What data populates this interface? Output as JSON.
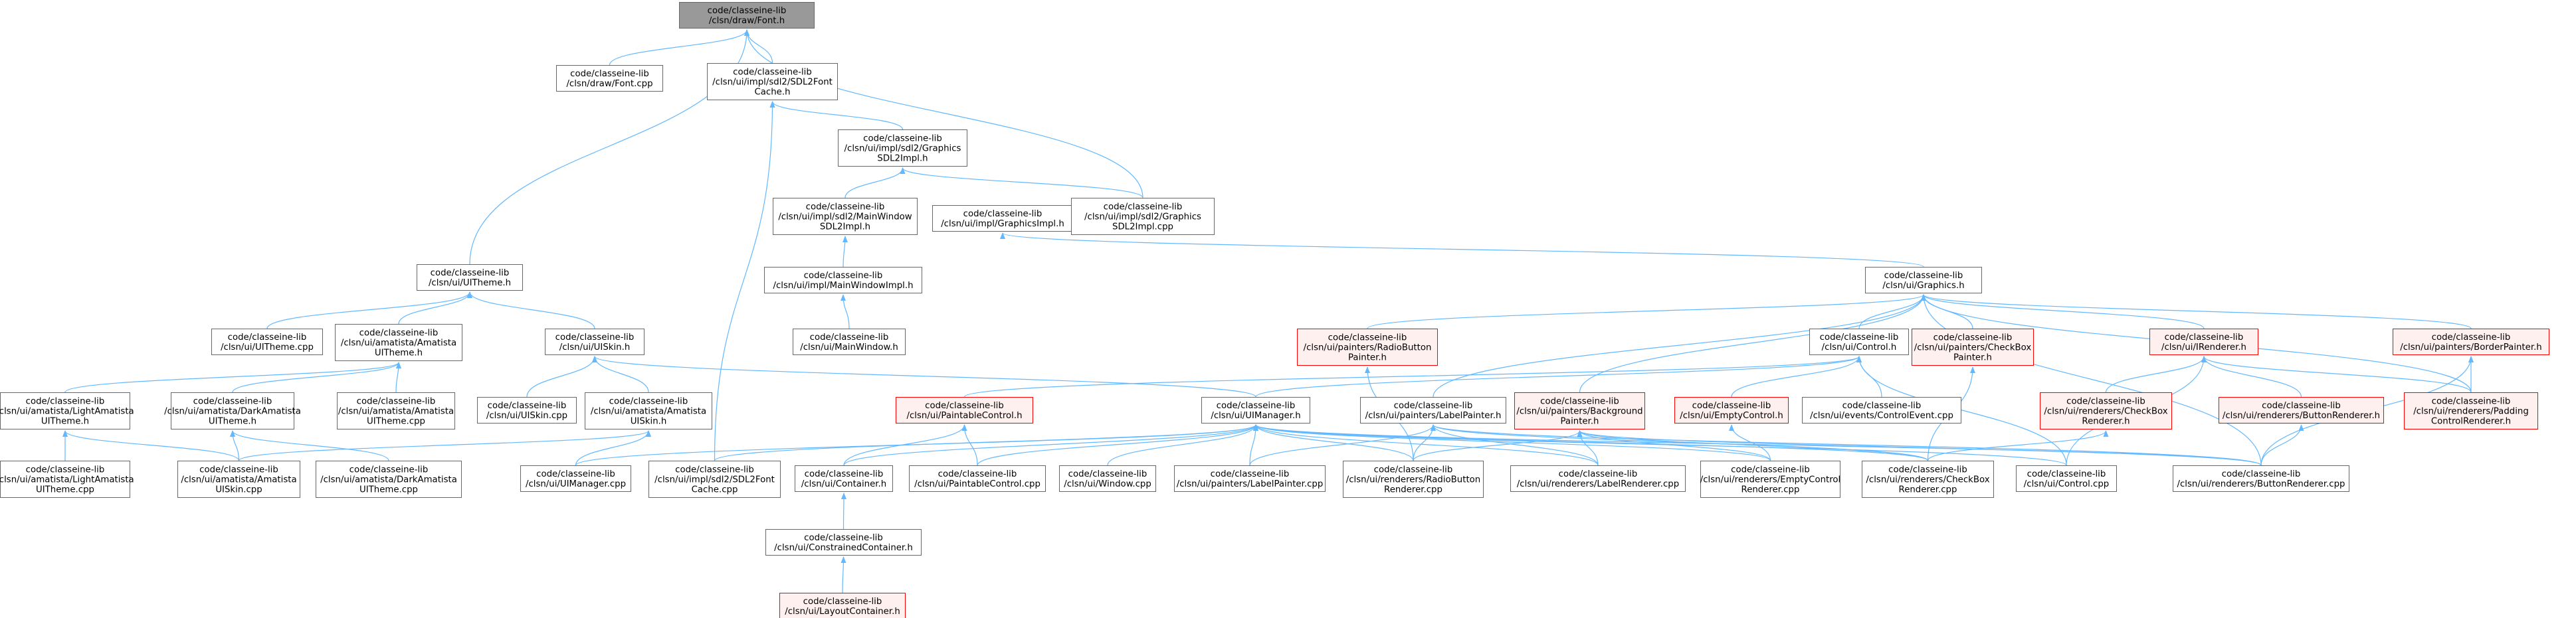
{
  "colors": {
    "node_border": "#666666",
    "node_fill": "#ffffff",
    "root_fill": "#999999",
    "root_border": "#666666",
    "truncated_border": "#ff0000",
    "truncated_fill": "#fff0f0",
    "edge": "#63b8ff",
    "text": "#000000"
  },
  "nodes": [
    {
      "id": "font_h",
      "lines": [
        "code/classeine-lib",
        "/clsn/draw/Font.h"
      ],
      "style": "root"
    },
    {
      "id": "font_cpp",
      "lines": [
        "code/classeine-lib",
        "/clsn/draw/Font.cpp"
      ],
      "style": "normal"
    },
    {
      "id": "sdl2fontcache_h",
      "lines": [
        "code/classeine-lib",
        "/clsn/ui/impl/sdl2/SDL2Font",
        "Cache.h"
      ],
      "style": "normal"
    },
    {
      "id": "graphicssdl2impl_h",
      "lines": [
        "code/classeine-lib",
        "/clsn/ui/impl/sdl2/Graphics",
        "SDL2Impl.h"
      ],
      "style": "normal"
    },
    {
      "id": "mainwindowsdl2impl_h",
      "lines": [
        "code/classeine-lib",
        "/clsn/ui/impl/sdl2/MainWindow",
        "SDL2Impl.h"
      ],
      "style": "normal"
    },
    {
      "id": "graphicsimpl_h",
      "lines": [
        "code/classeine-lib",
        "/clsn/ui/impl/GraphicsImpl.h"
      ],
      "style": "normal"
    },
    {
      "id": "graphicssdl2impl_cpp",
      "lines": [
        "code/classeine-lib",
        "/clsn/ui/impl/sdl2/Graphics",
        "SDL2Impl.cpp"
      ],
      "style": "normal"
    },
    {
      "id": "mainwindowimpl_h",
      "lines": [
        "code/classeine-lib",
        "/clsn/ui/impl/MainWindowImpl.h"
      ],
      "style": "normal"
    },
    {
      "id": "mainwindow_h",
      "lines": [
        "code/classeine-lib",
        "/clsn/ui/MainWindow.h"
      ],
      "style": "normal"
    },
    {
      "id": "uitheme_h",
      "lines": [
        "code/classeine-lib",
        "/clsn/ui/UITheme.h"
      ],
      "style": "normal"
    },
    {
      "id": "uitheme_cpp",
      "lines": [
        "code/classeine-lib",
        "/clsn/ui/UITheme.cpp"
      ],
      "style": "normal"
    },
    {
      "id": "amatistauitheme_h",
      "lines": [
        "code/classeine-lib",
        "/clsn/ui/amatista/Amatista",
        "UITheme.h"
      ],
      "style": "normal"
    },
    {
      "id": "uiskin_h",
      "lines": [
        "code/classeine-lib",
        "/clsn/ui/UISkin.h"
      ],
      "style": "normal"
    },
    {
      "id": "lightamatista_h",
      "lines": [
        "code/classeine-lib",
        "/clsn/ui/amatista/LightAmatista",
        "UITheme.h"
      ],
      "style": "normal"
    },
    {
      "id": "darkamatista_h",
      "lines": [
        "code/classeine-lib",
        "/clsn/ui/amatista/DarkAmatista",
        "UITheme.h"
      ],
      "style": "normal"
    },
    {
      "id": "amatistauitheme_cpp",
      "lines": [
        "code/classeine-lib",
        "/clsn/ui/amatista/Amatista",
        "UITheme.cpp"
      ],
      "style": "normal"
    },
    {
      "id": "uiskin_cpp",
      "lines": [
        "code/classeine-lib",
        "/clsn/ui/UISkin.cpp"
      ],
      "style": "normal"
    },
    {
      "id": "amatistauiskin_h",
      "lines": [
        "code/classeine-lib",
        "/clsn/ui/amatista/Amatista",
        "UISkin.h"
      ],
      "style": "normal"
    },
    {
      "id": "lightamatista_cpp",
      "lines": [
        "code/classeine-lib",
        "/clsn/ui/amatista/LightAmatista",
        "UITheme.cpp"
      ],
      "style": "normal"
    },
    {
      "id": "amatistauiskin_cpp",
      "lines": [
        "code/classeine-lib",
        "/clsn/ui/amatista/Amatista",
        "UISkin.cpp"
      ],
      "style": "normal"
    },
    {
      "id": "darkamatista_cpp",
      "lines": [
        "code/classeine-lib",
        "/clsn/ui/amatista/DarkAmatista",
        "UITheme.cpp"
      ],
      "style": "normal"
    },
    {
      "id": "uimanager_cpp",
      "lines": [
        "code/classeine-lib",
        "/clsn/ui/UIManager.cpp"
      ],
      "style": "normal"
    },
    {
      "id": "sdl2fontcache_cpp",
      "lines": [
        "code/classeine-lib",
        "/clsn/ui/impl/sdl2/SDL2Font",
        "Cache.cpp"
      ],
      "style": "normal"
    },
    {
      "id": "graphics_h",
      "lines": [
        "code/classeine-lib",
        "/clsn/ui/Graphics.h"
      ],
      "style": "normal"
    },
    {
      "id": "radiobuttonpainter_h",
      "lines": [
        "code/classeine-lib",
        "/clsn/ui/painters/RadioButton",
        "Painter.h"
      ],
      "style": "truncated"
    },
    {
      "id": "control_h",
      "lines": [
        "code/classeine-lib",
        "/clsn/ui/Control.h"
      ],
      "style": "normal"
    },
    {
      "id": "checkboxpainter_h",
      "lines": [
        "code/classeine-lib",
        "/clsn/ui/painters/CheckBox",
        "Painter.h"
      ],
      "style": "truncated"
    },
    {
      "id": "irenderer_h",
      "lines": [
        "code/classeine-lib",
        "/clsn/ui/IRenderer.h"
      ],
      "style": "truncated"
    },
    {
      "id": "borderpainter_h",
      "lines": [
        "code/classeine-lib",
        "/clsn/ui/painters/BorderPainter.h"
      ],
      "style": "truncated"
    },
    {
      "id": "paintablecontrol_h",
      "lines": [
        "code/classeine-lib",
        "/clsn/ui/PaintableControl.h"
      ],
      "style": "truncated"
    },
    {
      "id": "uimanager_h",
      "lines": [
        "code/classeine-lib",
        "/clsn/ui/UIManager.h"
      ],
      "style": "normal"
    },
    {
      "id": "labelpainter_h",
      "lines": [
        "code/classeine-lib",
        "/clsn/ui/painters/LabelPainter.h"
      ],
      "style": "normal"
    },
    {
      "id": "backgroundpainter_h",
      "lines": [
        "code/classeine-lib",
        "/clsn/ui/painters/Background",
        "Painter.h"
      ],
      "style": "truncated"
    },
    {
      "id": "emptycontrol_h",
      "lines": [
        "code/classeine-lib",
        "/clsn/ui/EmptyControl.h"
      ],
      "style": "truncated"
    },
    {
      "id": "controlevent_cpp",
      "lines": [
        "code/classeine-lib",
        "/clsn/ui/events/ControlEvent.cpp"
      ],
      "style": "normal"
    },
    {
      "id": "checkboxrenderer_h",
      "lines": [
        "code/classeine-lib",
        "/clsn/ui/renderers/CheckBox",
        "Renderer.h"
      ],
      "style": "truncated"
    },
    {
      "id": "buttonrenderer_h",
      "lines": [
        "code/classeine-lib",
        "/clsn/ui/renderers/ButtonRenderer.h"
      ],
      "style": "truncated"
    },
    {
      "id": "paddingcontrolrenderer_h",
      "lines": [
        "code/classeine-lib",
        "/clsn/ui/renderers/Padding",
        "ControlRenderer.h"
      ],
      "style": "truncated"
    },
    {
      "id": "container_h",
      "lines": [
        "code/classeine-lib",
        "/clsn/ui/Container.h"
      ],
      "style": "normal"
    },
    {
      "id": "paintablecontrol_cpp",
      "lines": [
        "code/classeine-lib",
        "/clsn/ui/PaintableControl.cpp"
      ],
      "style": "normal"
    },
    {
      "id": "window_cpp",
      "lines": [
        "code/classeine-lib",
        "/clsn/ui/Window.cpp"
      ],
      "style": "normal"
    },
    {
      "id": "labelpainter_cpp",
      "lines": [
        "code/classeine-lib",
        "/clsn/ui/painters/LabelPainter.cpp"
      ],
      "style": "normal"
    },
    {
      "id": "radiobuttonrenderer_cpp",
      "lines": [
        "code/classeine-lib",
        "/clsn/ui/renderers/RadioButton",
        "Renderer.cpp"
      ],
      "style": "normal"
    },
    {
      "id": "labelrenderer_cpp",
      "lines": [
        "code/classeine-lib",
        "/clsn/ui/renderers/LabelRenderer.cpp"
      ],
      "style": "normal"
    },
    {
      "id": "emptycontrolrenderer_cpp",
      "lines": [
        "code/classeine-lib",
        "/clsn/ui/renderers/EmptyControl",
        "Renderer.cpp"
      ],
      "style": "normal"
    },
    {
      "id": "checkboxrenderer_cpp",
      "lines": [
        "code/classeine-lib",
        "/clsn/ui/renderers/CheckBox",
        "Renderer.cpp"
      ],
      "style": "normal"
    },
    {
      "id": "control_cpp",
      "lines": [
        "code/classeine-lib",
        "/clsn/ui/Control.cpp"
      ],
      "style": "normal"
    },
    {
      "id": "buttonrenderer_cpp",
      "lines": [
        "code/classeine-lib",
        "/clsn/ui/renderers/ButtonRenderer.cpp"
      ],
      "style": "normal"
    },
    {
      "id": "constrainedcontainer_h",
      "lines": [
        "code/classeine-lib",
        "/clsn/ui/ConstrainedContainer.h"
      ],
      "style": "normal"
    },
    {
      "id": "layoutcontainer_h",
      "lines": [
        "code/classeine-lib",
        "/clsn/ui/LayoutContainer.h"
      ],
      "style": "truncated"
    }
  ],
  "edges": [
    [
      "font_h",
      "font_cpp"
    ],
    [
      "font_h",
      "sdl2fontcache_h"
    ],
    [
      "font_h",
      "graphicssdl2impl_cpp"
    ],
    [
      "font_h",
      "uitheme_h"
    ],
    [
      "sdl2fontcache_h",
      "graphicssdl2impl_h"
    ],
    [
      "sdl2fontcache_h",
      "sdl2fontcache_cpp"
    ],
    [
      "graphicssdl2impl_h",
      "mainwindowsdl2impl_h"
    ],
    [
      "graphicssdl2impl_h",
      "graphicssdl2impl_cpp"
    ],
    [
      "mainwindowsdl2impl_h",
      "mainwindowimpl_h"
    ],
    [
      "mainwindowimpl_h",
      "mainwindow_h"
    ],
    [
      "graphicsimpl_h",
      "graphics_h"
    ],
    [
      "uitheme_h",
      "uitheme_cpp"
    ],
    [
      "uitheme_h",
      "amatistauitheme_h"
    ],
    [
      "uitheme_h",
      "uiskin_h"
    ],
    [
      "amatistauitheme_h",
      "lightamatista_h"
    ],
    [
      "amatistauitheme_h",
      "darkamatista_h"
    ],
    [
      "amatistauitheme_h",
      "amatistauitheme_cpp"
    ],
    [
      "lightamatista_h",
      "lightamatista_cpp"
    ],
    [
      "lightamatista_h",
      "amatistauiskin_cpp"
    ],
    [
      "darkamatista_h",
      "amatistauiskin_cpp"
    ],
    [
      "darkamatista_h",
      "darkamatista_cpp"
    ],
    [
      "uiskin_h",
      "uiskin_cpp"
    ],
    [
      "uiskin_h",
      "amatistauiskin_h"
    ],
    [
      "uiskin_h",
      "uimanager_h"
    ],
    [
      "amatistauiskin_h",
      "amatistauiskin_cpp"
    ],
    [
      "amatistauiskin_h",
      "uimanager_cpp"
    ],
    [
      "graphics_h",
      "radiobuttonpainter_h"
    ],
    [
      "graphics_h",
      "control_h"
    ],
    [
      "graphics_h",
      "checkboxpainter_h"
    ],
    [
      "graphics_h",
      "irenderer_h"
    ],
    [
      "graphics_h",
      "borderpainter_h"
    ],
    [
      "graphics_h",
      "labelpainter_h"
    ],
    [
      "graphics_h",
      "backgroundpainter_h"
    ],
    [
      "graphics_h",
      "paddingcontrolrenderer_h"
    ],
    [
      "graphics_h",
      "buttonrenderer_cpp"
    ],
    [
      "radiobuttonpainter_h",
      "radiobuttonrenderer_cpp"
    ],
    [
      "checkboxpainter_h",
      "checkboxrenderer_cpp"
    ],
    [
      "control_h",
      "paintablecontrol_h"
    ],
    [
      "control_h",
      "uimanager_h"
    ],
    [
      "control_h",
      "emptycontrol_h"
    ],
    [
      "control_h",
      "controlevent_cpp"
    ],
    [
      "control_h",
      "control_cpp"
    ],
    [
      "irenderer_h",
      "checkboxrenderer_h"
    ],
    [
      "irenderer_h",
      "buttonrenderer_h"
    ],
    [
      "irenderer_h",
      "paddingcontrolrenderer_h"
    ],
    [
      "irenderer_h",
      "control_cpp"
    ],
    [
      "borderpainter_h",
      "paddingcontrolrenderer_h"
    ],
    [
      "borderpainter_h",
      "buttonrenderer_cpp"
    ],
    [
      "paintablecontrol_h",
      "container_h"
    ],
    [
      "paintablecontrol_h",
      "paintablecontrol_cpp"
    ],
    [
      "uimanager_h",
      "uimanager_cpp"
    ],
    [
      "uimanager_h",
      "sdl2fontcache_cpp"
    ],
    [
      "uimanager_h",
      "container_h"
    ],
    [
      "uimanager_h",
      "paintablecontrol_cpp"
    ],
    [
      "uimanager_h",
      "window_cpp"
    ],
    [
      "uimanager_h",
      "labelpainter_cpp"
    ],
    [
      "uimanager_h",
      "radiobuttonrenderer_cpp"
    ],
    [
      "uimanager_h",
      "labelrenderer_cpp"
    ],
    [
      "uimanager_h",
      "emptycontrolrenderer_cpp"
    ],
    [
      "uimanager_h",
      "checkboxrenderer_cpp"
    ],
    [
      "uimanager_h",
      "control_cpp"
    ],
    [
      "uimanager_h",
      "buttonrenderer_cpp"
    ],
    [
      "labelpainter_h",
      "labelpainter_cpp"
    ],
    [
      "labelpainter_h",
      "radiobuttonrenderer_cpp"
    ],
    [
      "labelpainter_h",
      "labelrenderer_cpp"
    ],
    [
      "labelpainter_h",
      "checkboxrenderer_cpp"
    ],
    [
      "labelpainter_h",
      "buttonrenderer_cpp"
    ],
    [
      "backgroundpainter_h",
      "radiobuttonrenderer_cpp"
    ],
    [
      "backgroundpainter_h",
      "labelrenderer_cpp"
    ],
    [
      "backgroundpainter_h",
      "emptycontrolrenderer_cpp"
    ],
    [
      "backgroundpainter_h",
      "checkboxrenderer_cpp"
    ],
    [
      "backgroundpainter_h",
      "buttonrenderer_cpp"
    ],
    [
      "emptycontrol_h",
      "emptycontrolrenderer_cpp"
    ],
    [
      "checkboxrenderer_h",
      "checkboxrenderer_cpp"
    ],
    [
      "buttonrenderer_h",
      "buttonrenderer_cpp"
    ],
    [
      "container_h",
      "constrainedcontainer_h"
    ],
    [
      "constrainedcontainer_h",
      "layoutcontainer_h"
    ]
  ]
}
